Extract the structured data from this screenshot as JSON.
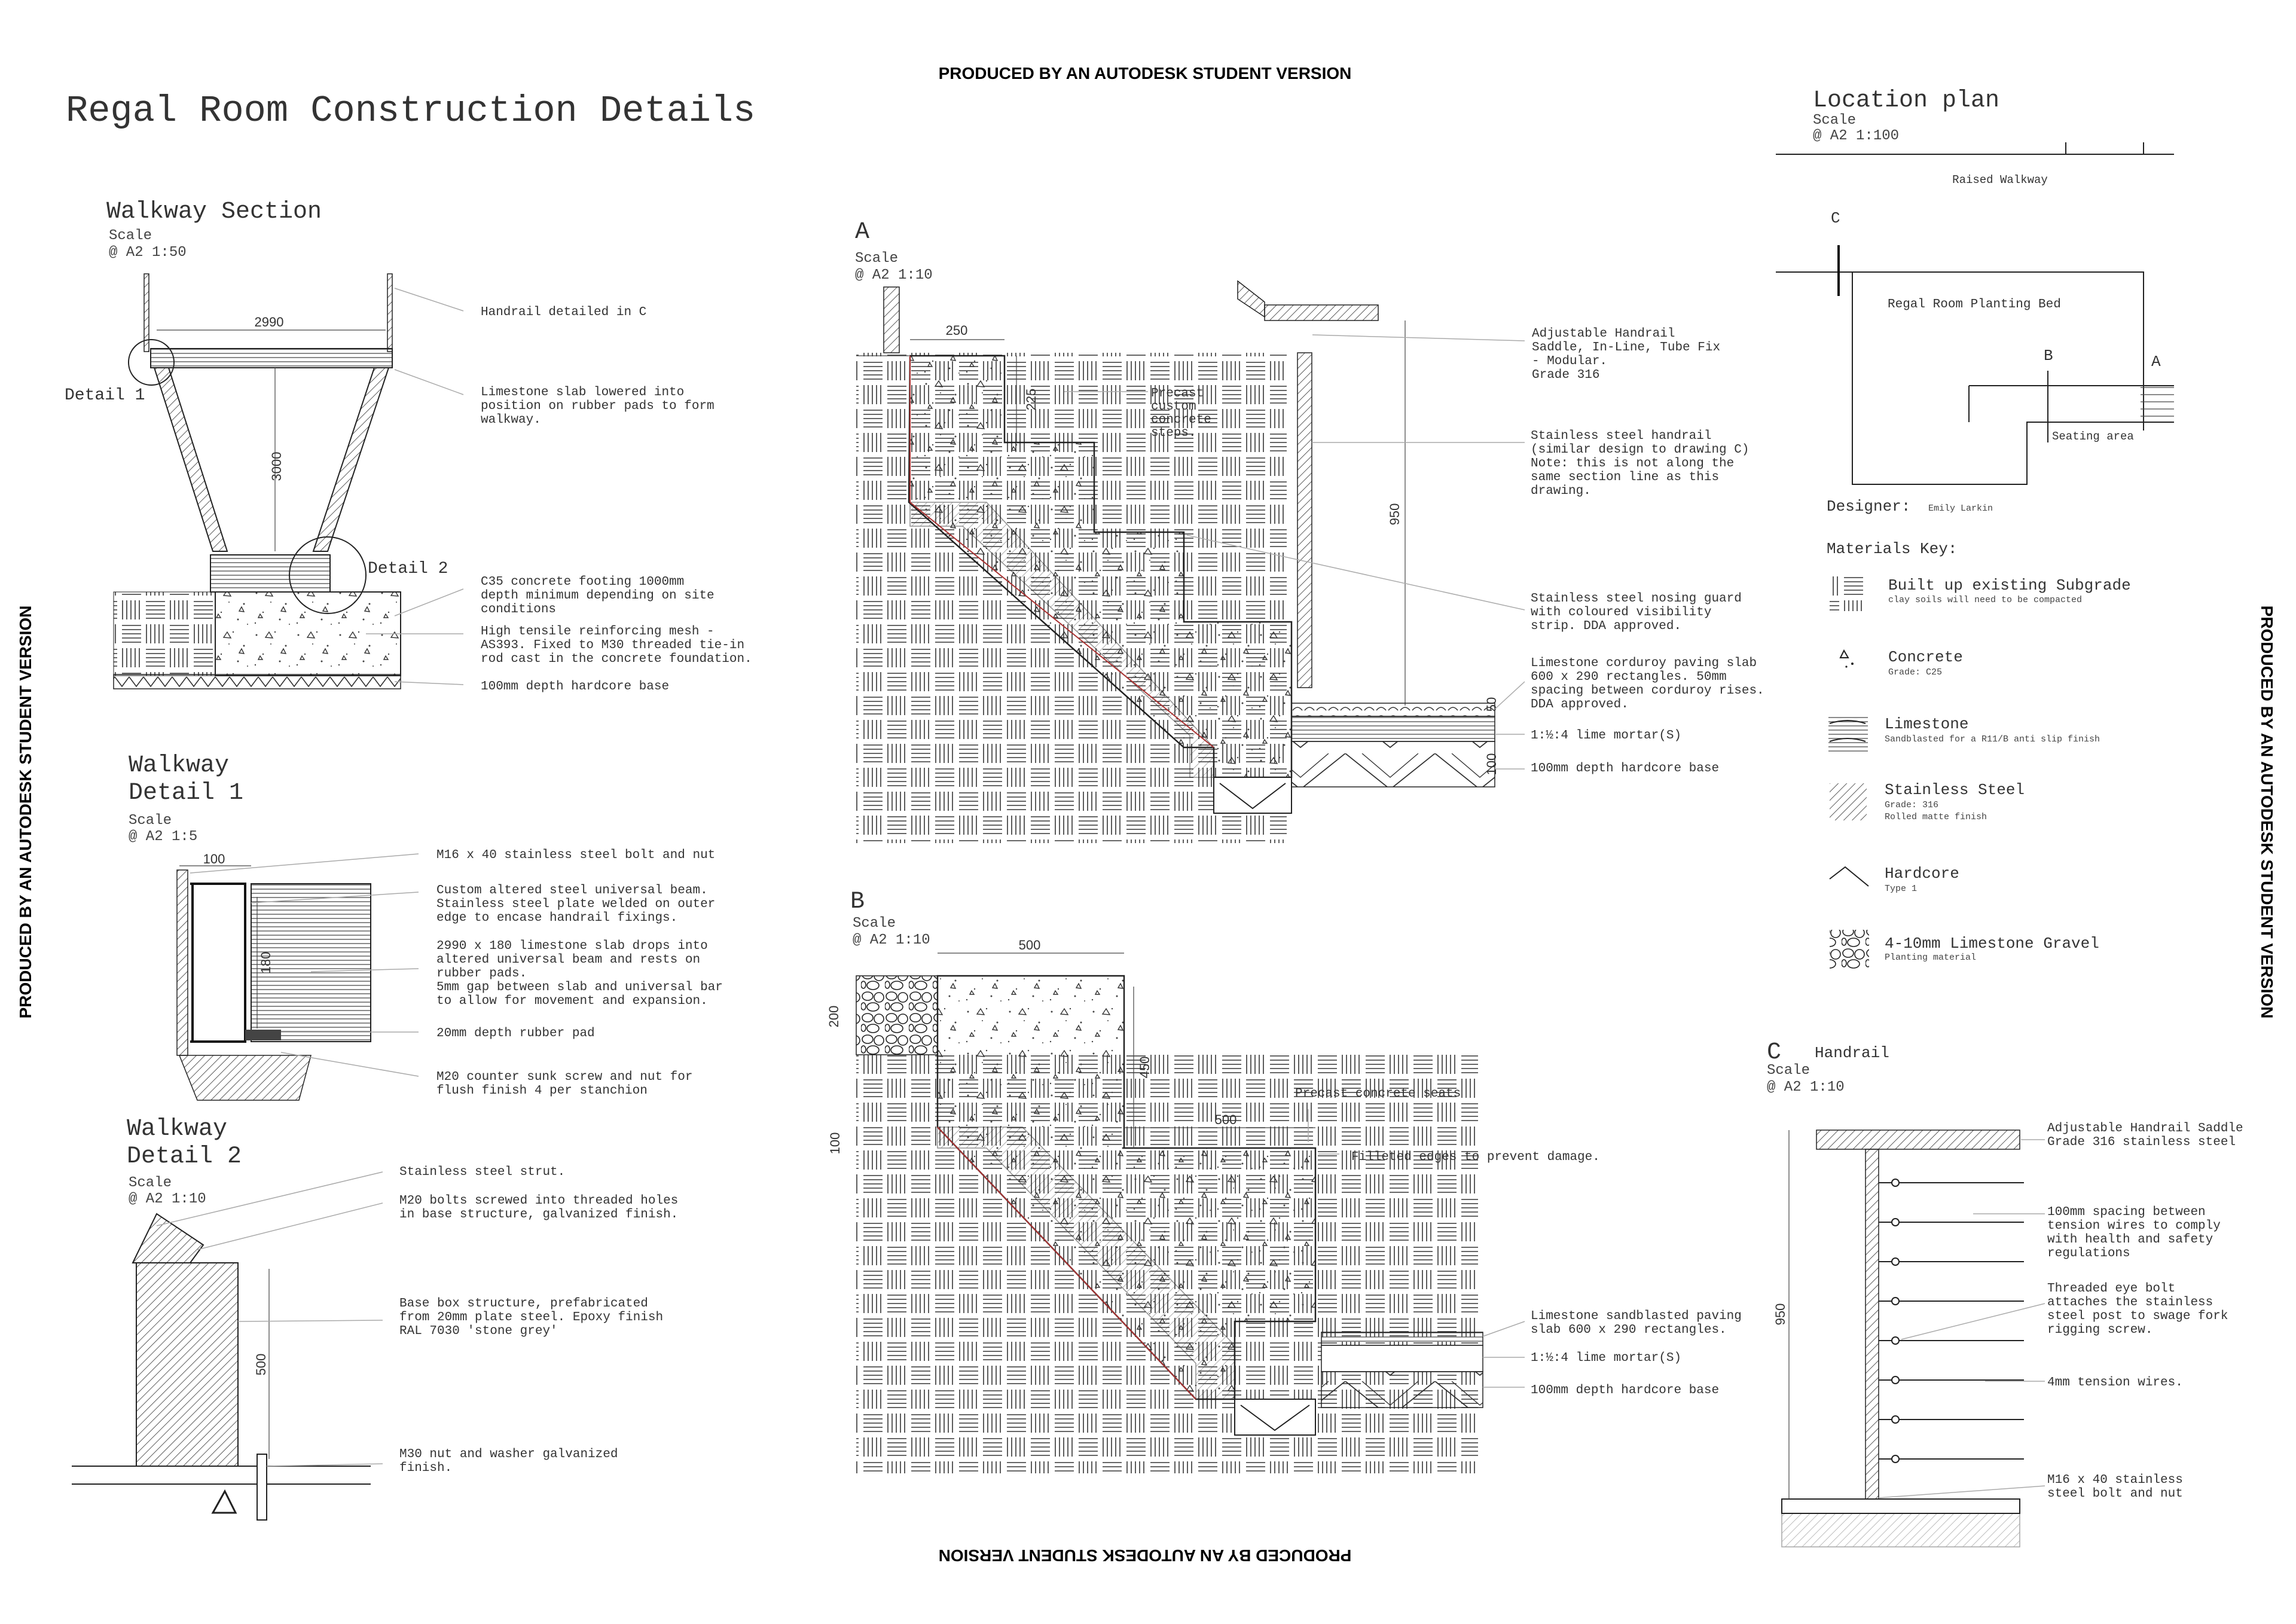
{
  "watermark": "PRODUCED BY AN AUTODESK STUDENT VERSION",
  "title": "Regal Room Construction Details",
  "location_plan": {
    "title": "Location plan",
    "scale_label": "Scale",
    "scale": "@ A2 1:100",
    "raised_walkway": "Raised Walkway",
    "planting_bed": "Regal Room Planting Bed",
    "seating_area": "Seating area",
    "marker_a": "A",
    "marker_b": "B",
    "marker_c": "C"
  },
  "designer": {
    "label": "Designer:",
    "name": "Emily Larkin"
  },
  "materials_key": {
    "title": "Materials Key:",
    "items": [
      {
        "name": "Built up existing Subgrade",
        "note": "clay soils will need to be compacted",
        "icon": "subgrade-hatch-icon"
      },
      {
        "name": "Concrete",
        "note": "Grade: C25",
        "icon": "concrete-hatch-icon"
      },
      {
        "name": "Limestone",
        "note": "Sandblasted for a R11/B anti slip finish",
        "icon": "limestone-hatch-icon"
      },
      {
        "name": "Stainless Steel",
        "note": "Grade: 316",
        "note2": "Rolled matte finish",
        "icon": "steel-hatch-icon"
      },
      {
        "name": "Hardcore",
        "note": "Type 1",
        "icon": "hardcore-hatch-icon"
      },
      {
        "name": "4-10mm Limestone Gravel",
        "note": "Planting material",
        "icon": "gravel-hatch-icon"
      }
    ]
  },
  "walkway_section": {
    "title": "Walkway Section",
    "scale_label": "Scale",
    "scale": "@ A2 1:50",
    "dim_width": "2990",
    "dim_height": "3000",
    "detail1": "Detail 1",
    "detail2": "Detail 2",
    "notes": [
      "Handrail detailed in C",
      "Limestone slab lowered into",
      "position on rubber pads to form",
      "walkway.",
      "C35 concrete footing 1000mm",
      "depth minimum depending on site",
      "conditions",
      "High tensile reinforcing mesh -",
      "AS393. Fixed to M30 threaded tie-in",
      "rod cast in the concrete foundation.",
      "100mm depth hardcore base"
    ]
  },
  "walkway_detail1": {
    "title1": "Walkway",
    "title2": "Detail 1",
    "scale_label": "Scale",
    "scale": "@ A2 1:5",
    "dim_100": "100",
    "dim_180": "180",
    "notes": [
      "M16 x 40 stainless steel bolt and nut",
      "Custom altered steel universal beam.",
      "Stainless steel plate welded on outer",
      "edge to encase handrail fixings.",
      "2990 x 180 limestone slab drops into",
      "altered universal beam and rests on",
      "rubber pads.",
      "5mm gap between slab and universal bar",
      "to allow for movement and expansion.",
      "20mm depth rubber pad",
      "M20 counter sunk screw and nut for",
      "flush finish  4 per stanchion"
    ]
  },
  "walkway_detail2": {
    "title1": "Walkway",
    "title2": "Detail 2",
    "scale_label": "Scale",
    "scale": "@ A2 1:10",
    "dim_500": "500",
    "notes": [
      "Stainless steel strut.",
      "M20 bolts screwed into threaded holes",
      "in base structure, galvanized finish.",
      "Base box structure, prefabricated",
      "from 20mm plate steel. Epoxy finish",
      "RAL 7030 'stone grey'",
      "M30 nut and washer galvanized",
      "finish."
    ]
  },
  "section_a": {
    "title": "A",
    "scale_label": "Scale",
    "scale": "@ A2 1:10",
    "dim_250": "250",
    "dim_225": "225",
    "dim_950": "950",
    "dim_50": "50",
    "dim_100": "100",
    "notes": [
      "Precast",
      "custom",
      "concrete",
      "steps.",
      "Adjustable Handrail",
      "Saddle, In-Line, Tube Fix",
      "- Modular.",
      "Grade 316",
      "Stainless steel handrail",
      "(similar design to drawing C)",
      "Note: this is not along the",
      "same section line as this",
      "drawing.",
      "Stainless steel nosing guard",
      "with coloured visibility",
      "strip. DDA approved.",
      "Limestone corduroy paving slab",
      "600 x 290 rectangles. 50mm",
      "spacing between corduroy rises.",
      "DDA approved.",
      "1:½:4 lime mortar(S)",
      "100mm depth hardcore base"
    ]
  },
  "section_b": {
    "title": "B",
    "scale_label": "Scale",
    "scale": "@ A2 1:10",
    "dim_500a": "500",
    "dim_200": "200",
    "dim_450": "450",
    "dim_100": "100",
    "dim_500b": "500",
    "notes": [
      "Precast concrete seats",
      "Filleted edges to prevent damage.",
      "Limestone sandblasted paving",
      "slab 600 x 290 rectangles.",
      "1:½:4 lime mortar(S)",
      "100mm depth hardcore base"
    ]
  },
  "section_c": {
    "title": "C",
    "subtitle": "Handrail",
    "scale_label": "Scale",
    "scale": "@ A2 1:10",
    "dim_950": "950",
    "notes": [
      "Adjustable Handrail Saddle",
      "Grade 316 stainless steel",
      "100mm spacing between",
      "tension wires to comply",
      "with health and safety",
      "regulations",
      "Threaded eye bolt",
      "attaches the stainless",
      "steel post to swage fork",
      "rigging screw.",
      "4mm tension wires.",
      "M16 x 40 stainless",
      "steel bolt and nut"
    ]
  }
}
